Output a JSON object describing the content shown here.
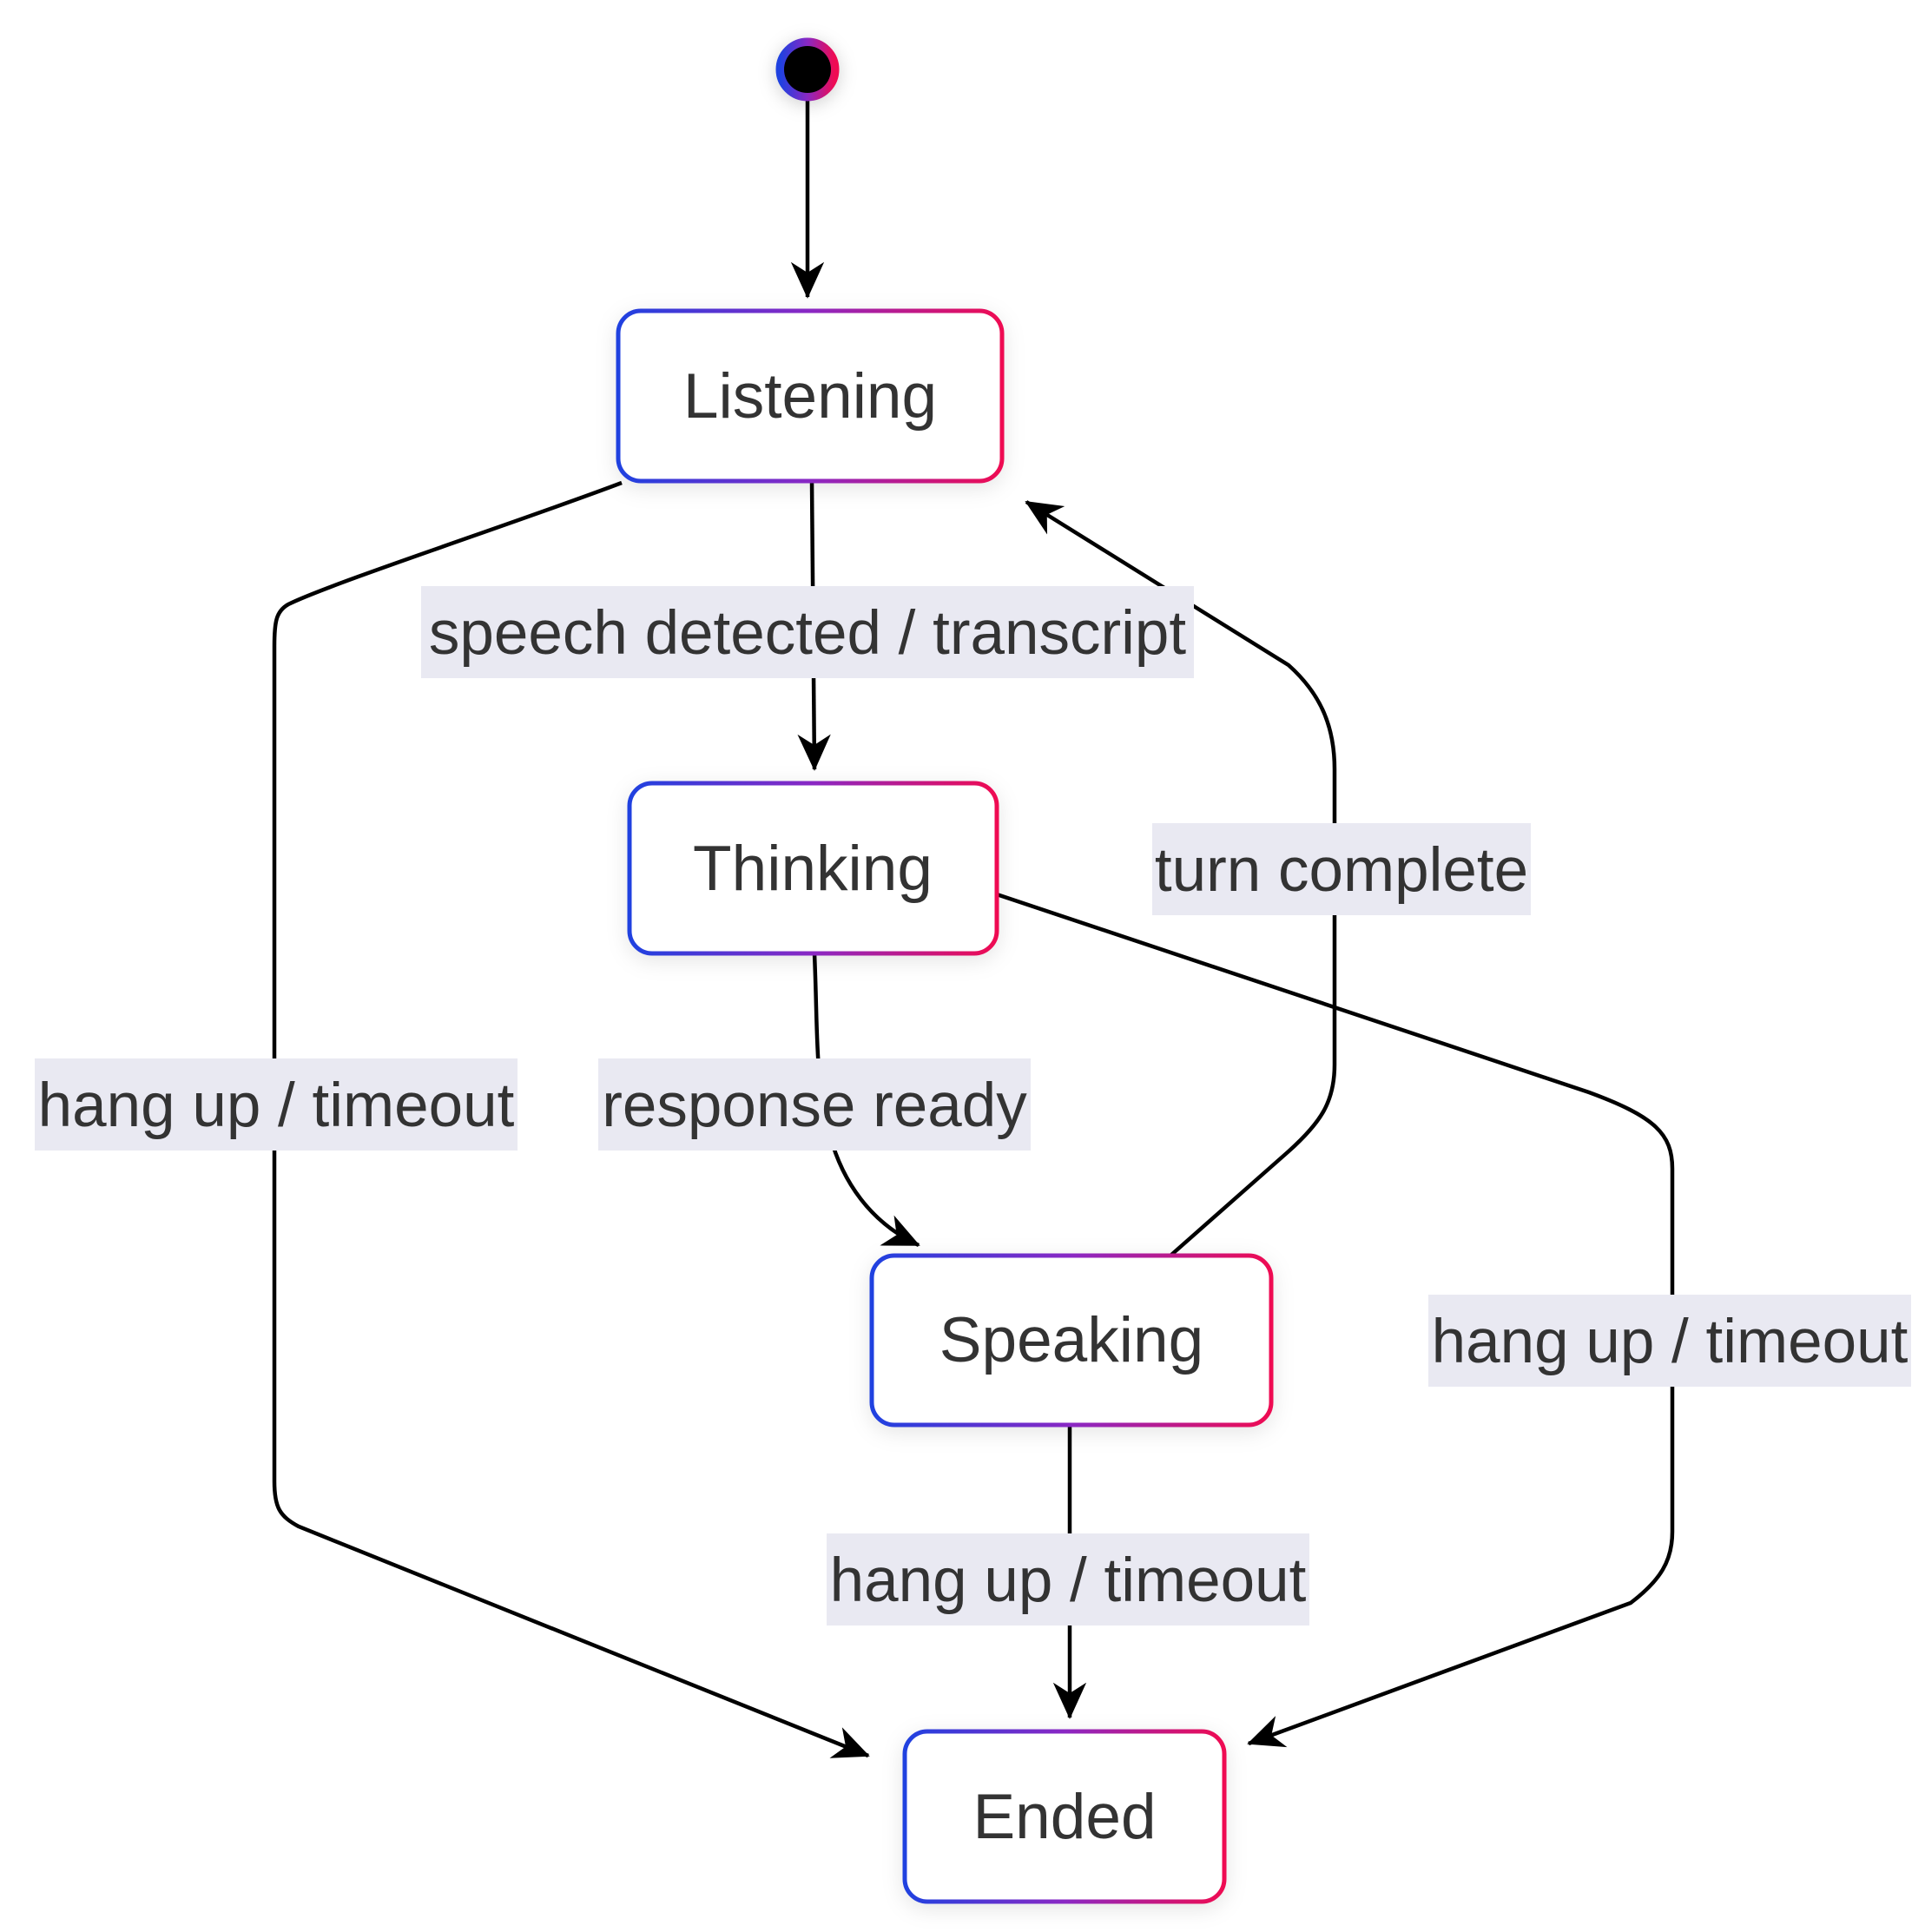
{
  "diagram": {
    "type": "state-machine",
    "states": [
      {
        "id": "listening",
        "label": "Listening"
      },
      {
        "id": "thinking",
        "label": "Thinking"
      },
      {
        "id": "speaking",
        "label": "Speaking"
      },
      {
        "id": "ended",
        "label": "Ended"
      }
    ],
    "start_state": {
      "icon": "initial-state-dot"
    },
    "transitions": [
      {
        "from": "start",
        "to": "listening",
        "label": ""
      },
      {
        "from": "listening",
        "to": "thinking",
        "label": "speech detected / transcript"
      },
      {
        "from": "thinking",
        "to": "speaking",
        "label": "response ready"
      },
      {
        "from": "speaking",
        "to": "listening",
        "label": "turn complete"
      },
      {
        "from": "listening",
        "to": "ended",
        "label": "hang up / timeout"
      },
      {
        "from": "thinking",
        "to": "ended",
        "label": "hang up / timeout"
      },
      {
        "from": "speaking",
        "to": "ended",
        "label": "hang up / timeout"
      }
    ],
    "colors": {
      "border_gradient_start": "#1f41e0",
      "border_gradient_mid": "#8a28c4",
      "border_gradient_end": "#ef0b52",
      "node_fill": "#ffffff",
      "node_text": "#333333",
      "edge_stroke": "#000000",
      "arrow_fill": "#000000",
      "label_bg": "#e9e9f2",
      "label_text": "#333333",
      "background": "#ffffff"
    }
  }
}
